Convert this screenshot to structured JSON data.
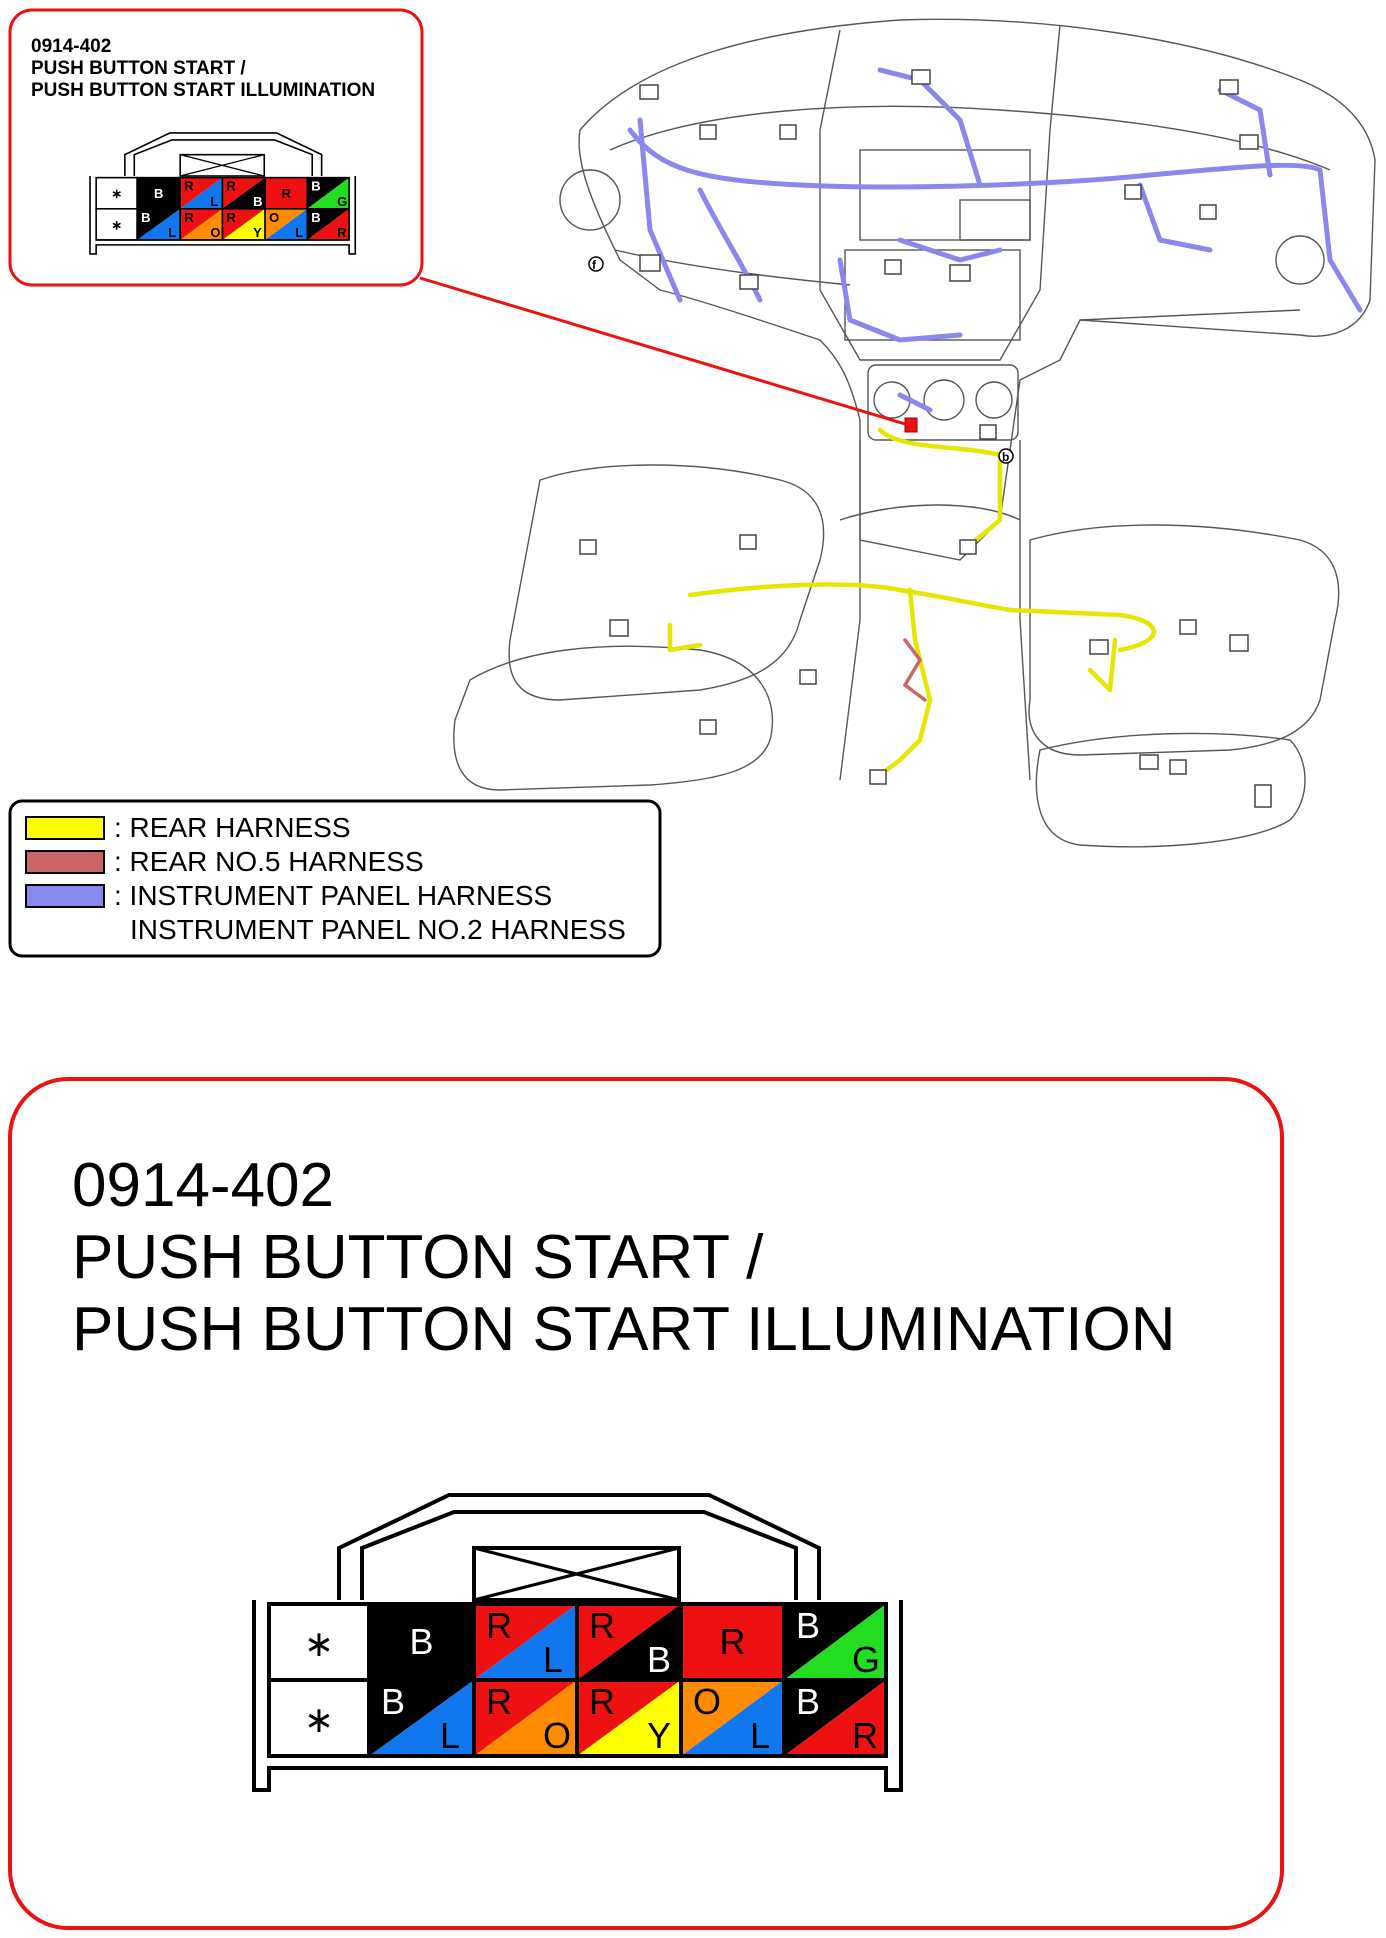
{
  "connector": {
    "code": "0914-402",
    "title_line1": "PUSH BUTTON START /",
    "title_line2": "PUSH BUTTON START ILLUMINATION",
    "star_symbol": "∗",
    "colors": {
      "B": "#000000",
      "R": "#ee1111",
      "L": "#1177ee",
      "G": "#22dd22",
      "O": "#ff8c00",
      "Y": "#ffff00",
      "W": "#ffffff"
    },
    "rows": [
      [
        {
          "type": "star"
        },
        {
          "type": "solid",
          "color": "B",
          "label": "B"
        },
        {
          "type": "split",
          "top": "R",
          "bottom": "L"
        },
        {
          "type": "split",
          "top": "R",
          "bottom": "B"
        },
        {
          "type": "solid",
          "color": "R",
          "label": "R"
        },
        {
          "type": "split",
          "top": "B",
          "bottom": "G"
        }
      ],
      [
        {
          "type": "star"
        },
        {
          "type": "split",
          "top": "B",
          "bottom": "L"
        },
        {
          "type": "split",
          "top": "R",
          "bottom": "O"
        },
        {
          "type": "split",
          "top": "R",
          "bottom": "Y"
        },
        {
          "type": "split",
          "top": "O",
          "bottom": "L"
        },
        {
          "type": "split",
          "top": "B",
          "bottom": "R"
        }
      ]
    ]
  },
  "legend": [
    {
      "swatch": "#ffff00",
      "text": ": REAR HARNESS"
    },
    {
      "swatch": "#cc6666",
      "text": ": REAR NO.5 HARNESS"
    },
    {
      "swatch": "#8888ee",
      "text": ": INSTRUMENT PANEL HARNESS"
    },
    {
      "swatch": null,
      "text": "INSTRUMENT PANEL NO.2 HARNESS"
    }
  ],
  "locator_mark": "b",
  "locator_mark_2": "f"
}
